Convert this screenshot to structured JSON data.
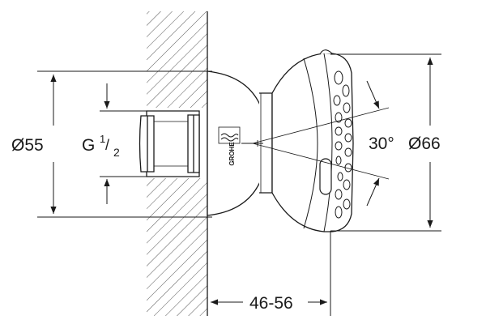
{
  "labels": {
    "diameter_left": "Ø55",
    "thread": "G",
    "thread_num": "1",
    "thread_slash": "/",
    "thread_den": "2",
    "angle": "30°",
    "diameter_right": "Ø66",
    "depth_range": "46-56"
  },
  "brand": {
    "logo_text": "GROHE"
  },
  "colors": {
    "line": "#1a1a1a",
    "hatch": "#555555",
    "background": "#ffffff"
  }
}
